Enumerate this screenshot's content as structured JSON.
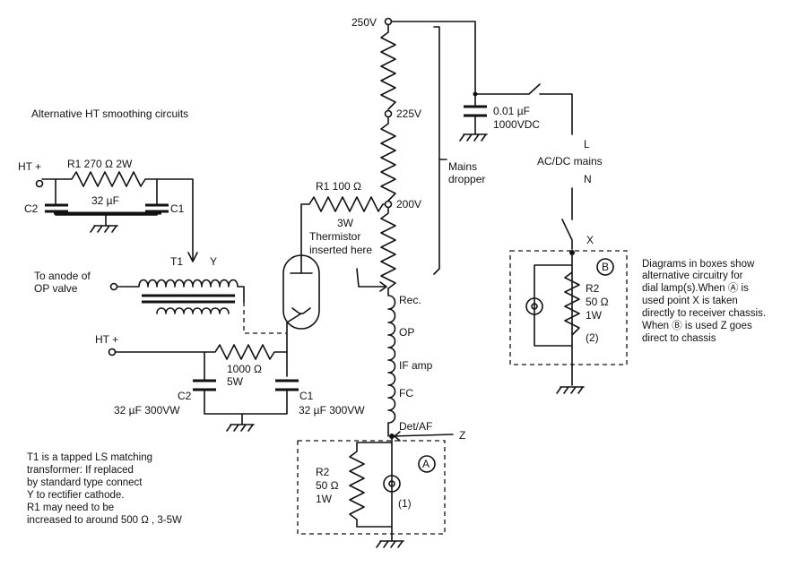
{
  "alt_title": "Alternative HT smoothing circuits",
  "ht_plus_top": "HT +",
  "r1_top": "R1 270 Ω  2W",
  "c2_top": "C2",
  "cap_top": "32 µF",
  "c1_top": "C1",
  "t1": "T1",
  "y": "Y",
  "anode_l1": "To anode of",
  "anode_l2": "OP valve",
  "ht_plus_bottom": "HT +",
  "res_1000_l1": "1000 Ω",
  "res_1000_l2": "5W",
  "c2_bottom": "C2",
  "c2_value": "32 µF  300VW",
  "c1_bottom": "C1",
  "c1_value": "32 µF  300VW",
  "r1_mid_l1": "R1 100 Ω",
  "r1_mid_l2": "3W",
  "v250": "250V",
  "v225": "225V",
  "v200": "200V",
  "therm_l1": "Thermistor",
  "therm_l2": "inserted here",
  "mains_l1": "Mains",
  "mains_l2": "dropper",
  "cap_mains_l1": "0.01 µF",
  "cap_mains_l2": "1000VDC",
  "l": "L",
  "acdc": "AC/DC mains",
  "n": "N",
  "x": "X",
  "rec": "Rec.",
  "op": "OP",
  "if_amp": "IF amp",
  "fc": "FC",
  "det_af": "Det/AF",
  "z": "Z",
  "box_a": "A",
  "r2a_l1": "R2",
  "r2a_l2": "50 Ω",
  "r2a_l3": "1W",
  "lamp_a": "(1)",
  "box_b": "B",
  "r2b_l1": "R2",
  "r2b_l2": "50 Ω",
  "r2b_l3": "1W",
  "lamp_b": "(2)",
  "diag_note": [
    "Diagrams in boxes show",
    "alternative circuitry  for",
    "dial lamp(s).When Ⓐ is",
    "used point  X  is taken",
    "directly to receiver chassis.",
    "When Ⓑ is used  Z  goes",
    "direct to chassis"
  ],
  "t1_note": [
    "T1 is a tapped LS matching",
    "transformer: If replaced",
    "by standard type connect",
    "Y to rectifier cathode.",
    "R1 may need to be",
    "increased to around 500 Ω , 3-5W"
  ]
}
